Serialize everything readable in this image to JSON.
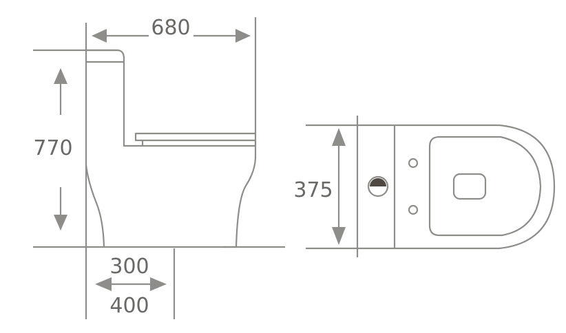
{
  "drawing": {
    "subject": "one-piece toilet dimension drawing",
    "colors": {
      "line": "#8e8d89",
      "text": "#6a6966",
      "outlet_fill": "#4f4843",
      "background": "#ffffff"
    },
    "side_view": {
      "width_label": "680",
      "height_label": "770",
      "rough_in_top_label": "300",
      "rough_in_bottom_label": "400"
    },
    "top_view": {
      "depth_label": "375"
    },
    "units": "mm"
  }
}
